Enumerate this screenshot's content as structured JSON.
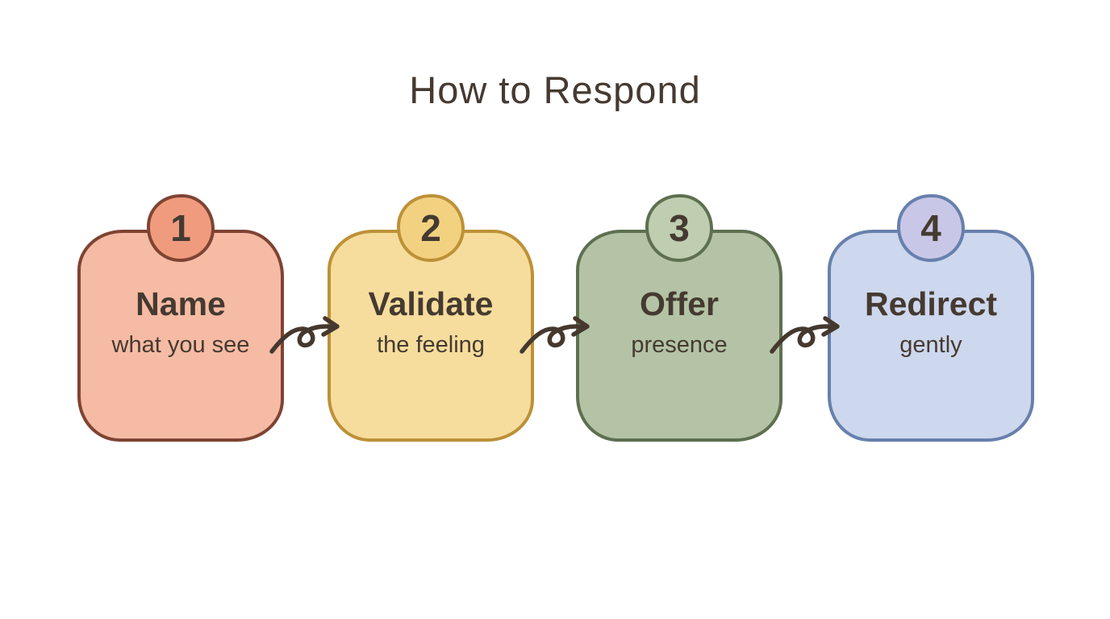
{
  "title": "How to Respond",
  "steps": [
    {
      "number": "1",
      "heading": "Name",
      "subtitle": "what you see",
      "fill": "#f6bba4",
      "border": "#7e4433",
      "badge_fill": "#f09b7e"
    },
    {
      "number": "2",
      "heading": "Validate",
      "subtitle": "the feeling",
      "fill": "#f6dd9d",
      "border": "#bd9138",
      "badge_fill": "#f2d280"
    },
    {
      "number": "3",
      "heading": "Offer",
      "subtitle": "presence",
      "fill": "#b4c3a5",
      "border": "#5d7050",
      "badge_fill": "#bfcdb0"
    },
    {
      "number": "4",
      "heading": "Redirect",
      "subtitle": "gently",
      "fill": "#cdd7ed",
      "border": "#6780ac",
      "badge_fill": "#c9c7e7"
    }
  ],
  "colors": {
    "background": "#ffffff",
    "text": "#453a31",
    "arrow": "#45382e"
  }
}
